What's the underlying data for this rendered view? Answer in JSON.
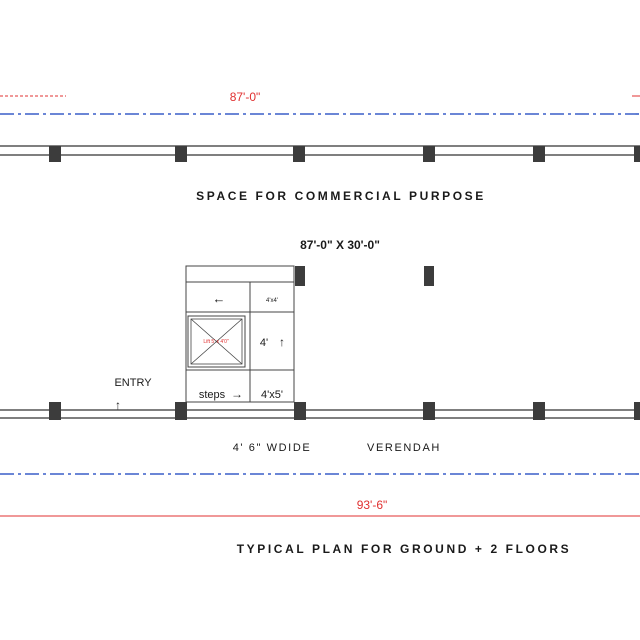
{
  "dimensions": {
    "top_length": "87'-0\"",
    "bottom_length": "93'-6\"",
    "plot_size": "87'-0\"  X  30'-0\""
  },
  "labels": {
    "commercial_space": "SPACE FOR  COMMERCIAL PURPOSE",
    "entry": "ENTRY",
    "verandah_width": "4' 6\" WDIDE",
    "verandah": "VERENDAH",
    "plan_title": "TYPICAL PLAN   FOR GROUND + 2 FLOORS"
  },
  "stair_block": {
    "landing": "4'x4'",
    "lift": "Lift 5' x 4'0\"",
    "flight": "4'",
    "steps": "steps",
    "bottom_landing": "4'x5'"
  },
  "arrows": {
    "left": "←",
    "up": "↑",
    "right": "→"
  },
  "colors": {
    "dimension_red": "#e03030",
    "centerline_blue": "#3a5fc8",
    "wall": "#333333",
    "column": "#3c3c3c"
  }
}
